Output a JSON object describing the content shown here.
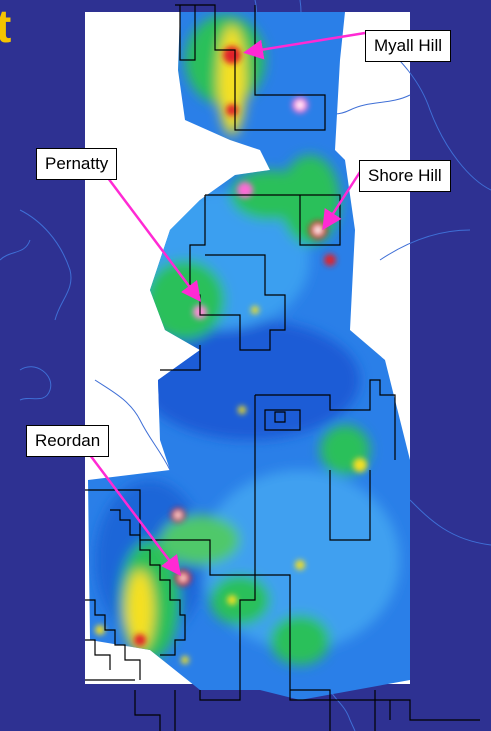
{
  "title_fragment": "t",
  "labels": {
    "myall_hill": "Myall Hill",
    "pernatty": "Pernatty",
    "shore_hill": "Shore Hill",
    "reordan": "Reordan"
  },
  "colors": {
    "background": "#2e3192",
    "coastline": "#3f6fd6",
    "pointer_arrow": "#ff2ad4",
    "title_accent": "#f5c400",
    "anomaly_low": "#1a6be0",
    "anomaly_mid": "#2cc05a",
    "anomaly_high": "#f5e020",
    "anomaly_peak": "#e0202a"
  }
}
